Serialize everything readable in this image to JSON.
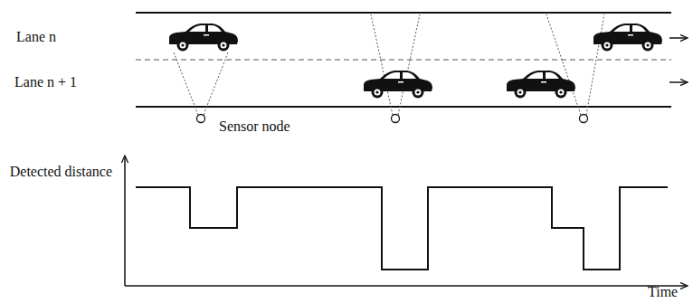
{
  "diagram": {
    "labels": [
      "Lane n",
      "Lane n + 1",
      "Sensor node",
      "Detected distance",
      "Time"
    ]
  }
}
